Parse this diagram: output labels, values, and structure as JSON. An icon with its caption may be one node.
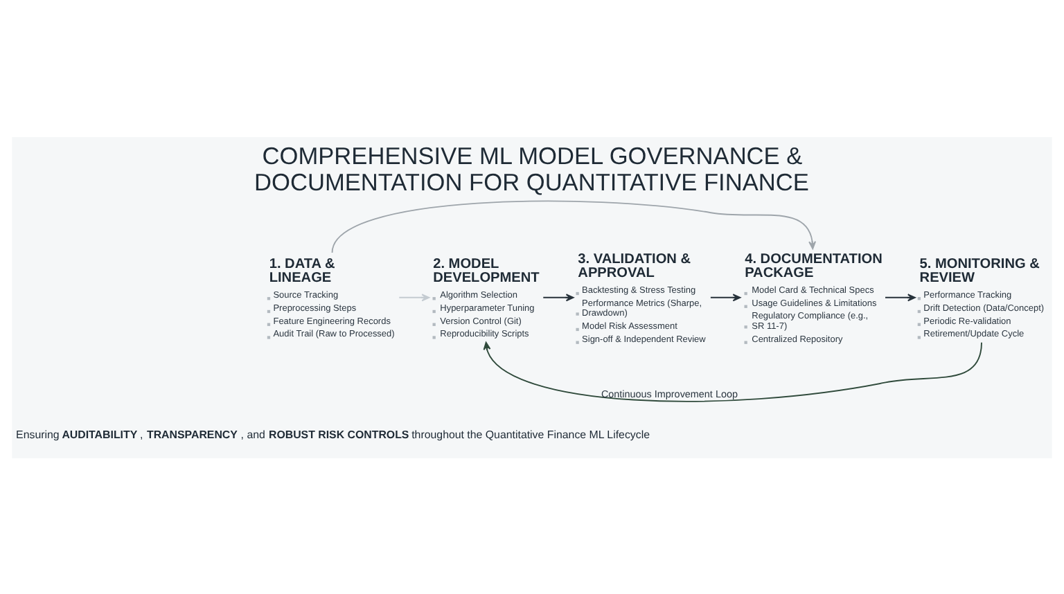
{
  "diagram": {
    "title": "COMPREHENSIVE ML MODEL GOVERNANCE & DOCUMENTATION FOR QUANTITATIVE FINANCE",
    "nodes": [
      {
        "text": [
          "1. DATA & LINEAGE",
          "Source Tracking",
          "Preprocessing Steps",
          "Feature Engineering Records",
          "Audit Trail (Raw to Processed)"
        ]
      },
      {
        "text": [
          "2. MODEL DEVELOPMENT",
          "Algorithm Selection",
          "Hyperparameter Tuning",
          "Version Control (Git)",
          "Reproducibility Scripts"
        ]
      },
      {
        "text": [
          "3. VALIDATION & APPROVAL",
          "Backtesting & Stress Testing",
          "Performance Metrics (Sharpe, Drawdown)",
          "Model Risk Assessment",
          "Sign-off & Independent Review"
        ]
      },
      {
        "text": [
          "4. DOCUMENTATION PACKAGE",
          "Model Card & Technical Specs",
          "Usage Guidelines & Limitations",
          "Regulatory Compliance (e.g., SR 11-7)",
          "Centralized Repository"
        ]
      },
      {
        "text": [
          "5. MONITORING & REVIEW",
          "Performance Tracking",
          "Drift Detection (Data/Concept)",
          "Periodic Re-validation",
          "Retirement/Update Cycle"
        ]
      }
    ],
    "edges": [
      {
        "from": 0,
        "to": 1,
        "arrow": "to",
        "color": "#c4cbd1"
      },
      {
        "from": 1,
        "to": 2,
        "arrow": "to"
      },
      {
        "from": 2,
        "to": 3,
        "arrow": "to"
      },
      {
        "from": 3,
        "to": 4,
        "arrow": "to"
      },
      {
        "from": 0,
        "to": 3,
        "arrow": "to",
        "color": "#9ea5ab"
      },
      {
        "from": 4,
        "to": 1,
        "arrow": "to",
        "label": "Continuous Improvement Loop",
        "color": "#2f4a3b"
      }
    ],
    "caption": "Ensuring **AUDITABILITY**, **TRANSPARENCY**, and **ROBUST RISK CONTROLS** throughout the Quantitative Finance ML Lifecycle"
  }
}
